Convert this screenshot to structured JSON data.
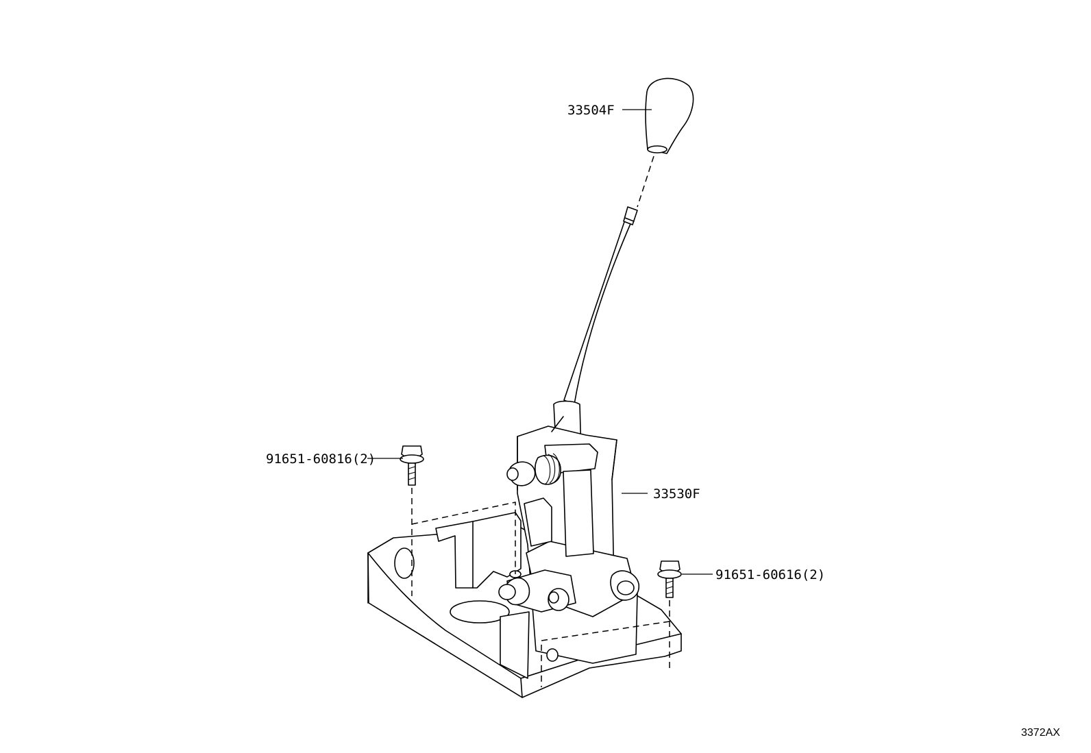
{
  "callouts": [
    {
      "id": "knob",
      "part_number": "33504F"
    },
    {
      "id": "shift-lever-assembly",
      "part_number": "33530F"
    },
    {
      "id": "bolt-left",
      "part_number": "91651-60816(2)"
    },
    {
      "id": "bolt-right",
      "part_number": "91651-60616(2)"
    }
  ],
  "illustration_code": "3372AX",
  "colors": {
    "line": "#000000",
    "background": "#ffffff"
  }
}
